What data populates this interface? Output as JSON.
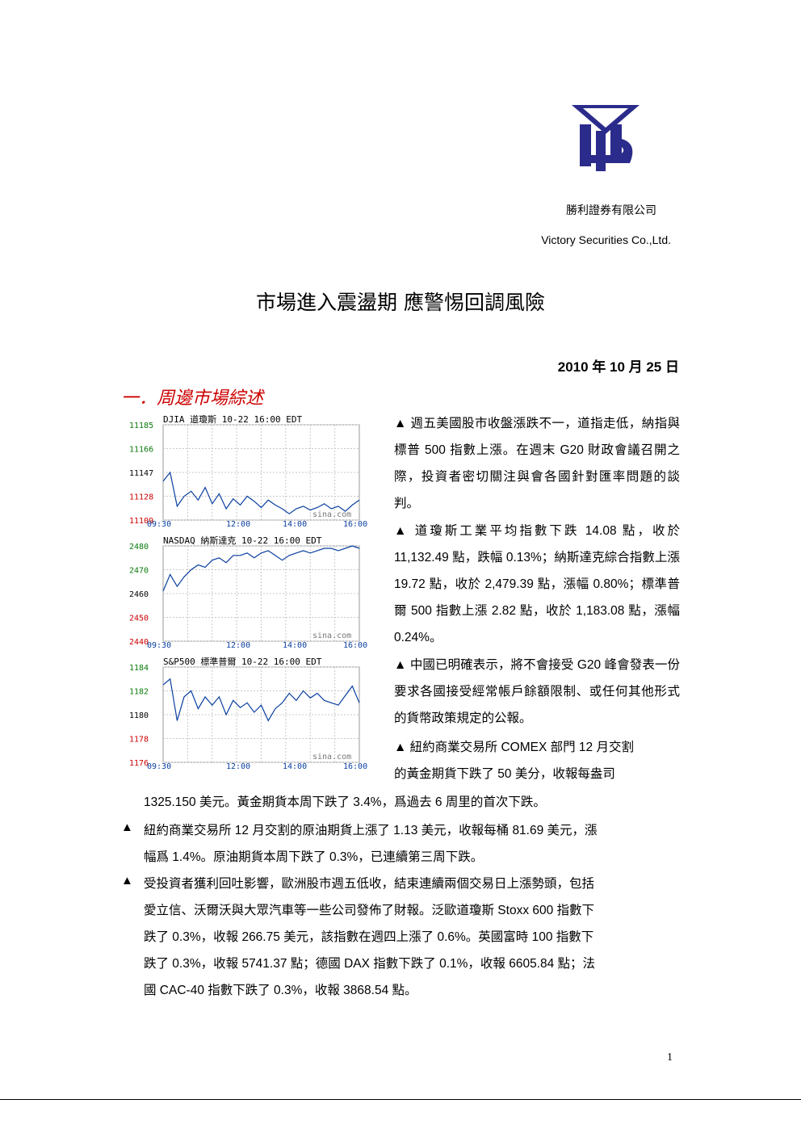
{
  "header": {
    "company_cn": "勝利證券有限公司",
    "company_en": "Victory Securities Co.,Ltd."
  },
  "title": "市場進入震盪期  應警惕回調風險",
  "date": "2010 年 10 月 25 日",
  "section_heading": "一．周邊市場綜述",
  "colors": {
    "logo": "#2b2b8c",
    "heading": "#cc0000",
    "chart_line": "#0a3fa0",
    "axis_green": "#0a7a0a",
    "axis_red": "#cc0000"
  },
  "charts": [
    {
      "header": "DJIA  道瓊斯  10-22 16:00 EDT",
      "y_ticks": [
        "11185",
        "11166",
        "11147",
        "11128",
        "11109"
      ],
      "x_ticks": [
        "09:30",
        "12:00",
        "14:00",
        "16:00"
      ],
      "watermark": "sina.com"
    },
    {
      "header": "NASDAQ  納斯達克  10-22 16:00 EDT",
      "y_ticks": [
        "2480",
        "2470",
        "2460",
        "2450",
        "2440"
      ],
      "x_ticks": [
        "09:30",
        "12:00",
        "14:00",
        "16:00"
      ],
      "watermark": "sina.com"
    },
    {
      "header": "S&P500  標準普爾  10-22 16:00 EDT",
      "y_ticks": [
        "1184",
        "1182",
        "1180",
        "1178",
        "1176"
      ],
      "x_ticks": [
        "09:30",
        "12:00",
        "14:00",
        "16:00"
      ],
      "watermark": "sina.com"
    }
  ],
  "chart_data": [
    {
      "type": "line",
      "title": "DJIA 道瓊斯 10-22 16:00 EDT",
      "ylim": [
        11109,
        11185
      ],
      "x": [
        "09:30",
        "12:00",
        "14:00",
        "16:00"
      ],
      "series": [
        {
          "values": [
            11140,
            11147,
            11120,
            11128,
            11132,
            11125,
            11135,
            11122,
            11130,
            11118,
            11126,
            11121,
            11128,
            11124,
            11119,
            11125,
            11121,
            11118,
            11114,
            11118,
            11120,
            11117,
            11119,
            11122,
            11118,
            11120,
            11116,
            11121,
            11125
          ]
        }
      ]
    },
    {
      "type": "line",
      "title": "NASDAQ 納斯達克 10-22 16:00 EDT",
      "ylim": [
        2440,
        2480
      ],
      "x": [
        "09:30",
        "12:00",
        "14:00",
        "16:00"
      ],
      "series": [
        {
          "values": [
            2461,
            2468,
            2463,
            2467,
            2470,
            2472,
            2471,
            2474,
            2475,
            2473,
            2476,
            2476,
            2477,
            2475,
            2477,
            2478,
            2476,
            2474,
            2476,
            2477,
            2478,
            2477,
            2478,
            2479,
            2479,
            2478,
            2479,
            2480,
            2479
          ]
        }
      ]
    },
    {
      "type": "line",
      "title": "S&P500 標準普爾 10-22 16:00 EDT",
      "ylim": [
        1176,
        1184
      ],
      "x": [
        "09:30",
        "12:00",
        "14:00",
        "16:00"
      ],
      "series": [
        {
          "values": [
            1182.5,
            1183.0,
            1179.5,
            1181.5,
            1182.0,
            1180.5,
            1181.5,
            1180.8,
            1181.5,
            1180.0,
            1181.2,
            1180.6,
            1181.0,
            1180.2,
            1180.8,
            1179.5,
            1180.5,
            1181.0,
            1181.8,
            1181.2,
            1182.0,
            1181.4,
            1181.8,
            1181.2,
            1181.0,
            1180.8,
            1181.6,
            1182.4,
            1181.0
          ]
        }
      ]
    }
  ],
  "paragraphs": {
    "p1": "▲  週五美國股市收盤漲跌不一，道指走低，納指與標普 500 指數上漲。在週末 G20 財政會議召開之際，投資者密切關注與會各國針對匯率問題的談判。",
    "p2": "▲  道瓊斯工業平均指數下跌 14.08 點，收於 11,132.49 點，跌幅 0.13%；納斯達克綜合指數上漲 19.72 點，收於 2,479.39 點，漲幅 0.80%；標準普爾 500 指數上漲 2.82 點，收於 1,183.08 點，漲幅 0.24%。",
    "p3": "▲  中國已明確表示，將不會接受 G20 峰會發表一份要求各國接受經常帳戶餘額限制、或任何其他形式的貨幣政策規定的公報。",
    "p4_line1": "▲  紐約商業交易所 COMEX 部門 12 月交割",
    "p4_line2": "的黃金期貨下跌了  50  美分，收報每盎司",
    "p4_line3": "1325.150 美元。黃金期貨本周下跌了 3.4%，爲過去 6 周里的首次下跌。",
    "p5_line1": "紐約商業交易所 12 月交割的原油期貨上漲了 1.13 美元，收報每桶 81.69 美元，漲",
    "p5_line2": "幅爲 1.4%。原油期貨本周下跌了 0.3%，已連續第三周下跌。",
    "p6_line1": "受投資者獲利回吐影響，歐洲股市週五低收，結束連續兩個交易日上漲勢頭，包括",
    "p6_line2": "愛立信、沃爾沃與大眾汽車等一些公司發佈了財報。泛歐道瓊斯 Stoxx 600 指數下",
    "p6_line3": "跌了 0.3%，收報 266.75 美元，該指數在週四上漲了 0.6%。英國富時 100 指數下",
    "p6_line4": "跌了 0.3%，收報 5741.37 點；德國 DAX 指數下跌了 0.1%，收報 6605.84 點；法",
    "p6_line5": "國 CAC-40 指數下跌了 0.3%，收報 3868.54 點。",
    "bullet": "▲"
  },
  "page_number": "1"
}
